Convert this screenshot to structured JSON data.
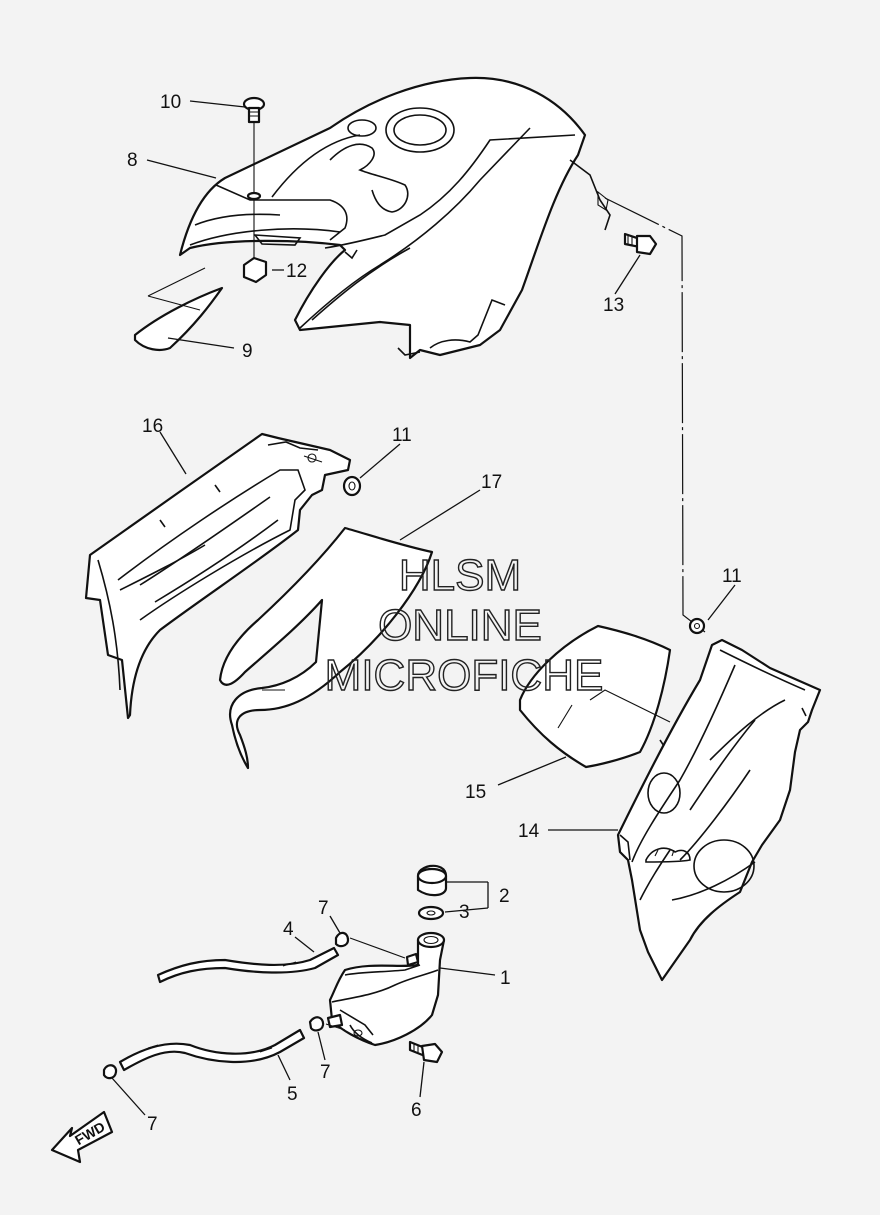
{
  "callouts": {
    "p1": "1",
    "p2": "2",
    "p3": "3",
    "p4": "4",
    "p5": "5",
    "p6": "6",
    "p7a": "7",
    "p7b": "7",
    "p7c": "7",
    "p8": "8",
    "p9": "9",
    "p10": "10",
    "p11a": "11",
    "p11b": "11",
    "p12": "12",
    "p13": "13",
    "p14": "14",
    "p15": "15",
    "p16": "16",
    "p17": "17"
  },
  "watermark": {
    "line1": "HLSM",
    "line2": "ONLINE",
    "line3": "MICROFICHE"
  },
  "direction": {
    "label": "FWD"
  }
}
